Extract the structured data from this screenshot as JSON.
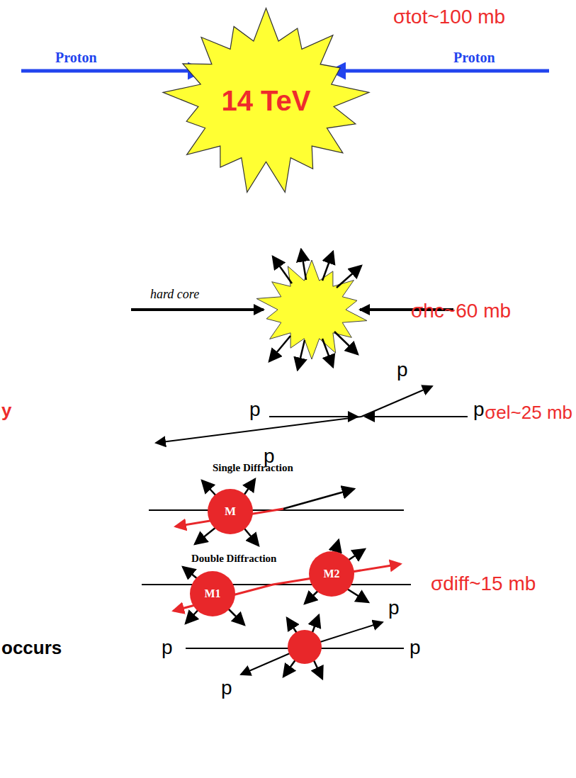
{
  "diagram": {
    "nodes": [
      {
        "text": [
          "14 TeV"
        ]
      },
      {
        "text": [
          "M"
        ]
      },
      {
        "text": [
          "M1"
        ]
      },
      {
        "text": [
          "M2"
        ]
      }
    ],
    "labels": [
      "σtot~100 mb",
      "Proton",
      "Proton",
      "hard core",
      "σhc~60 mb",
      "y",
      "p",
      "p",
      "p",
      "p",
      "σel~25 mb",
      "Single Diffraction",
      "Double Diffraction",
      "σdiff~15 mb",
      "occurs",
      "p",
      "p",
      "p",
      "p"
    ]
  }
}
